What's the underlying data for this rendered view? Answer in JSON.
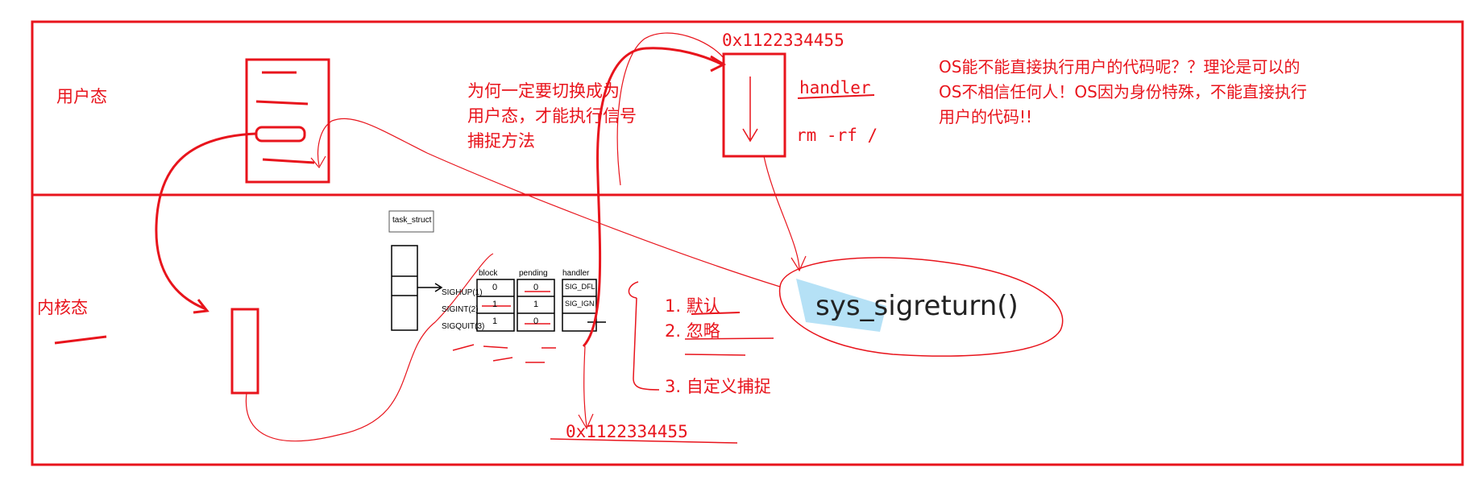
{
  "colors": {
    "ink": "#e8141c",
    "black": "#000000",
    "highlight": "#a8dcf4"
  },
  "regions": {
    "user_mode_label": "用户态",
    "kernel_mode_label": "内核态"
  },
  "user_area": {
    "question_lines": [
      "为何一定要切换成为",
      "用户态，才能执行信号",
      "捕捉方法"
    ],
    "address_top": "0x1122334455",
    "handler_label": "handler",
    "command": "rm -rf /",
    "note_lines": [
      "OS能不能直接执行用户的代码呢？？理论是可以的",
      "OS不相信任何人！OS因为身份特殊，不能直接执行",
      "用户的代码!!"
    ]
  },
  "kernel_area": {
    "task_struct_label": "task_struct",
    "table_headers": [
      "block",
      "pending",
      "handler"
    ],
    "signal_rows": [
      {
        "name": "SIGHUP(1)",
        "block": "0",
        "pending": "0",
        "handler": "SIG_DFL"
      },
      {
        "name": "SIGINT(2)",
        "block": "1",
        "pending": "1",
        "handler": "SIG_IGN"
      },
      {
        "name": "SIGQUIT(3)",
        "block": "1",
        "pending": "0",
        "handler": ""
      }
    ],
    "options": [
      "1. 默认",
      "2. 忽略",
      "3. 自定义捕捉"
    ],
    "address_bottom": "0x1122334455",
    "sigreturn": "sys_sigreturn()"
  }
}
